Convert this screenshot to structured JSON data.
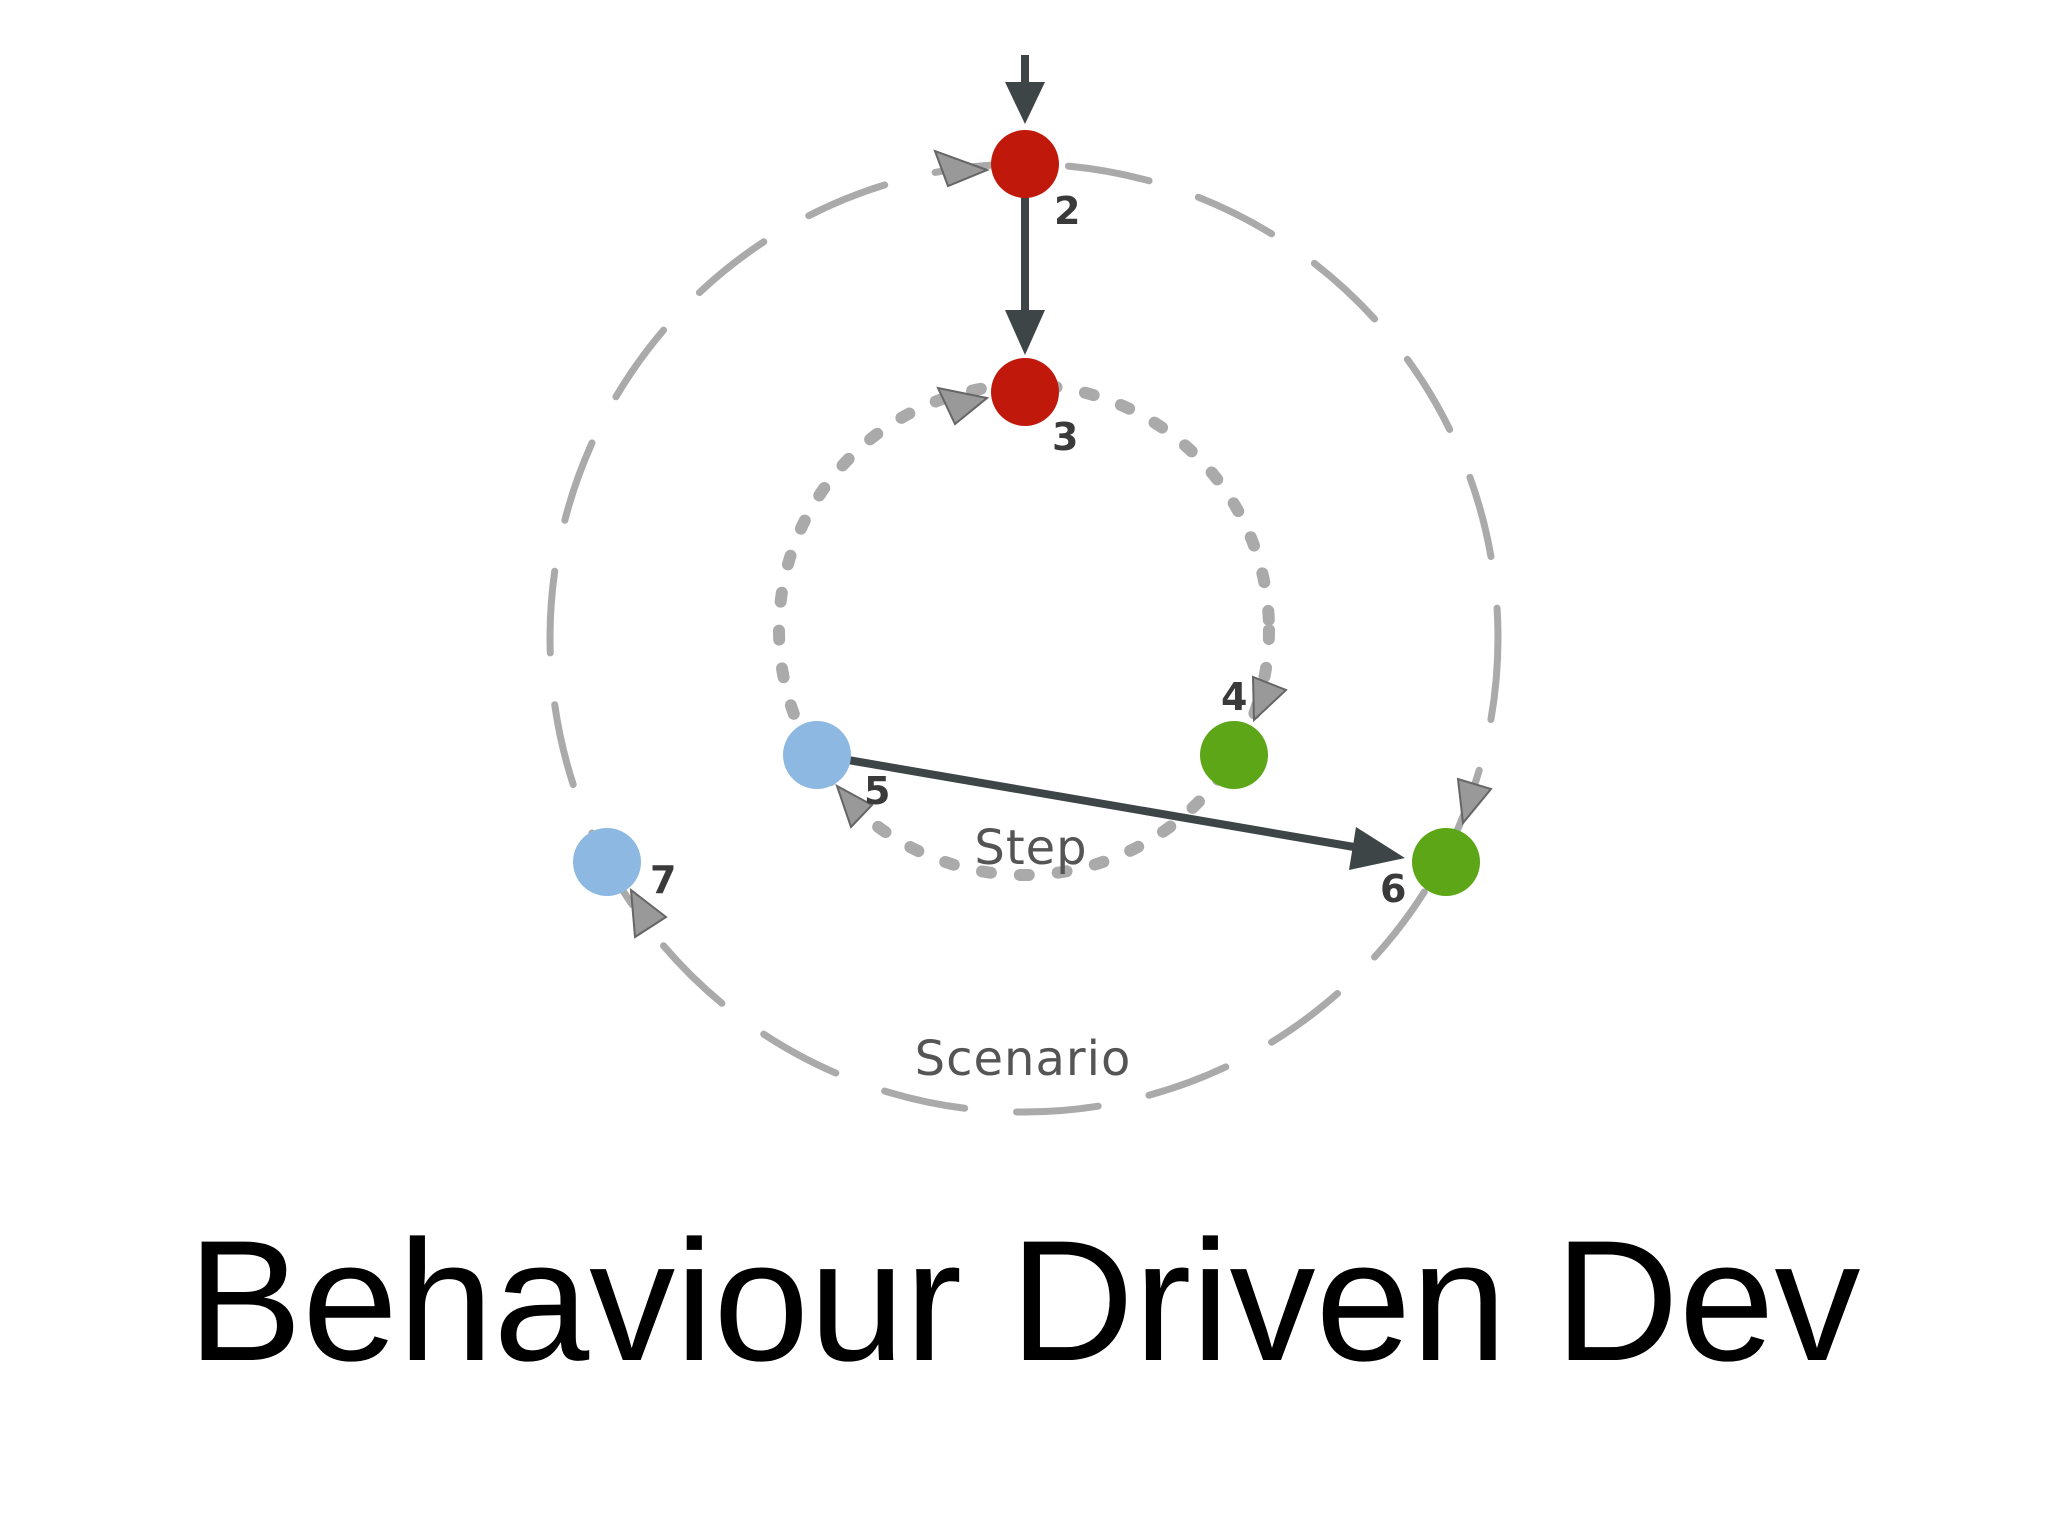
{
  "title": "Behaviour Driven Dev",
  "loops": {
    "scenario_label": "Scenario",
    "step_label": "Step"
  },
  "nodes": [
    {
      "id": "2",
      "label": "2",
      "color": "#c0190b"
    },
    {
      "id": "3",
      "label": "3",
      "color": "#c0190b"
    },
    {
      "id": "4",
      "label": "4",
      "color": "#5ca617"
    },
    {
      "id": "5",
      "label": "5",
      "color": "#8cb8e2"
    },
    {
      "id": "6",
      "label": "6",
      "color": "#5ca617"
    },
    {
      "id": "7",
      "label": "7",
      "color": "#8cb8e2"
    }
  ],
  "colors": {
    "red": "#c0190b",
    "green": "#5ca617",
    "blue": "#8cb8e2",
    "solid_arrow": "#3e4546",
    "dashed_loop": "#aaaaaa",
    "loop_arrowhead": "#999999"
  }
}
